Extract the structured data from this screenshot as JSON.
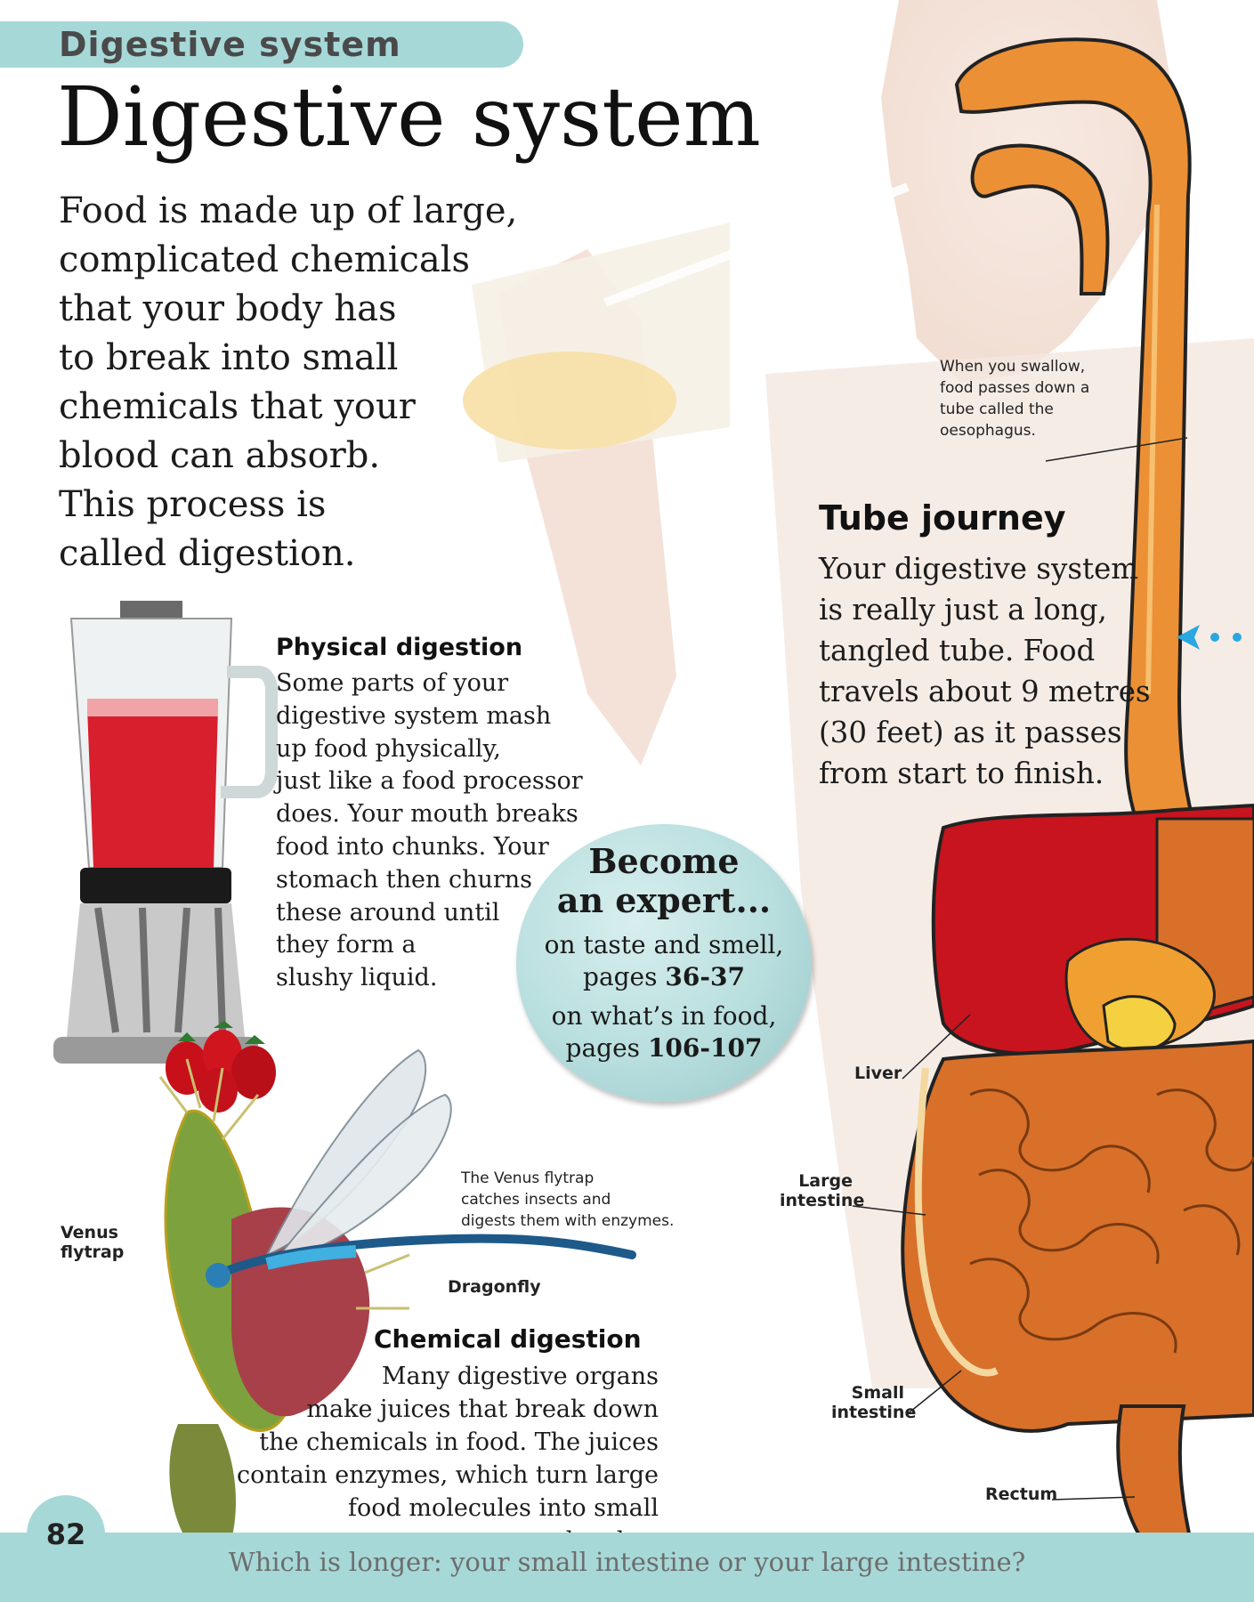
{
  "header": {
    "section_tab": "Digestive system",
    "title": "Digestive system"
  },
  "intro": [
    "Food is made up of large,",
    "complicated chemicals",
    "that your body has",
    "to break into small",
    "chemicals that your",
    "blood can absorb.",
    "This process is",
    "called digestion."
  ],
  "physical": {
    "heading": "Physical digestion",
    "lines": [
      "Some parts of your",
      "digestive system mash",
      "up food physically,",
      "just like a food processor",
      "does. Your mouth breaks",
      "food into chunks. Your",
      "stomach then churns",
      "these around until",
      "they form a",
      "slushy liquid."
    ]
  },
  "tube": {
    "heading": "Tube journey",
    "lines": [
      "Your digestive system",
      "is really just a long,",
      "tangled tube. Food",
      "travels about 9 metres",
      "(30 feet) as it passes",
      "from start to finish."
    ]
  },
  "oesophagus_caption": [
    "When you swallow,",
    "food passes down a",
    "tube called the",
    "oesophagus."
  ],
  "expert": {
    "heading_1": "Become",
    "heading_2": "an expert...",
    "ref1_topic": "on taste and smell,",
    "ref1_pages_prefix": "pages ",
    "ref1_pages": "36-37",
    "ref2_topic": "on what’s in food,",
    "ref2_pages_prefix": "pages ",
    "ref2_pages": "106-107"
  },
  "flytrap_caption": [
    "The Venus flytrap",
    "catches insects and",
    "digests them with enzymes."
  ],
  "labels": {
    "venus_1": "Venus",
    "venus_2": "flytrap",
    "dragonfly": "Dragonfly",
    "liver": "Liver",
    "large_1": "Large",
    "large_2": "intestine",
    "small_1": "Small",
    "small_2": "intestine",
    "rectum": "Rectum"
  },
  "chemical": {
    "heading": "Chemical digestion",
    "lines": [
      "Many digestive organs",
      "make juices that break down",
      "the chemicals in food. The juices",
      "contain enzymes, which turn large",
      "food molecules into small molecules."
    ]
  },
  "footer": {
    "page_number": "82",
    "question": "Which is longer: your small intestine or your large intestine?"
  },
  "colors": {
    "accent_teal": "#a7d8d8",
    "oesophagus_orange": "#e88a2c",
    "liver_red": "#c8141e",
    "intestine_orange": "#d8702a",
    "nav_arrow_blue": "#2aa7e0"
  }
}
